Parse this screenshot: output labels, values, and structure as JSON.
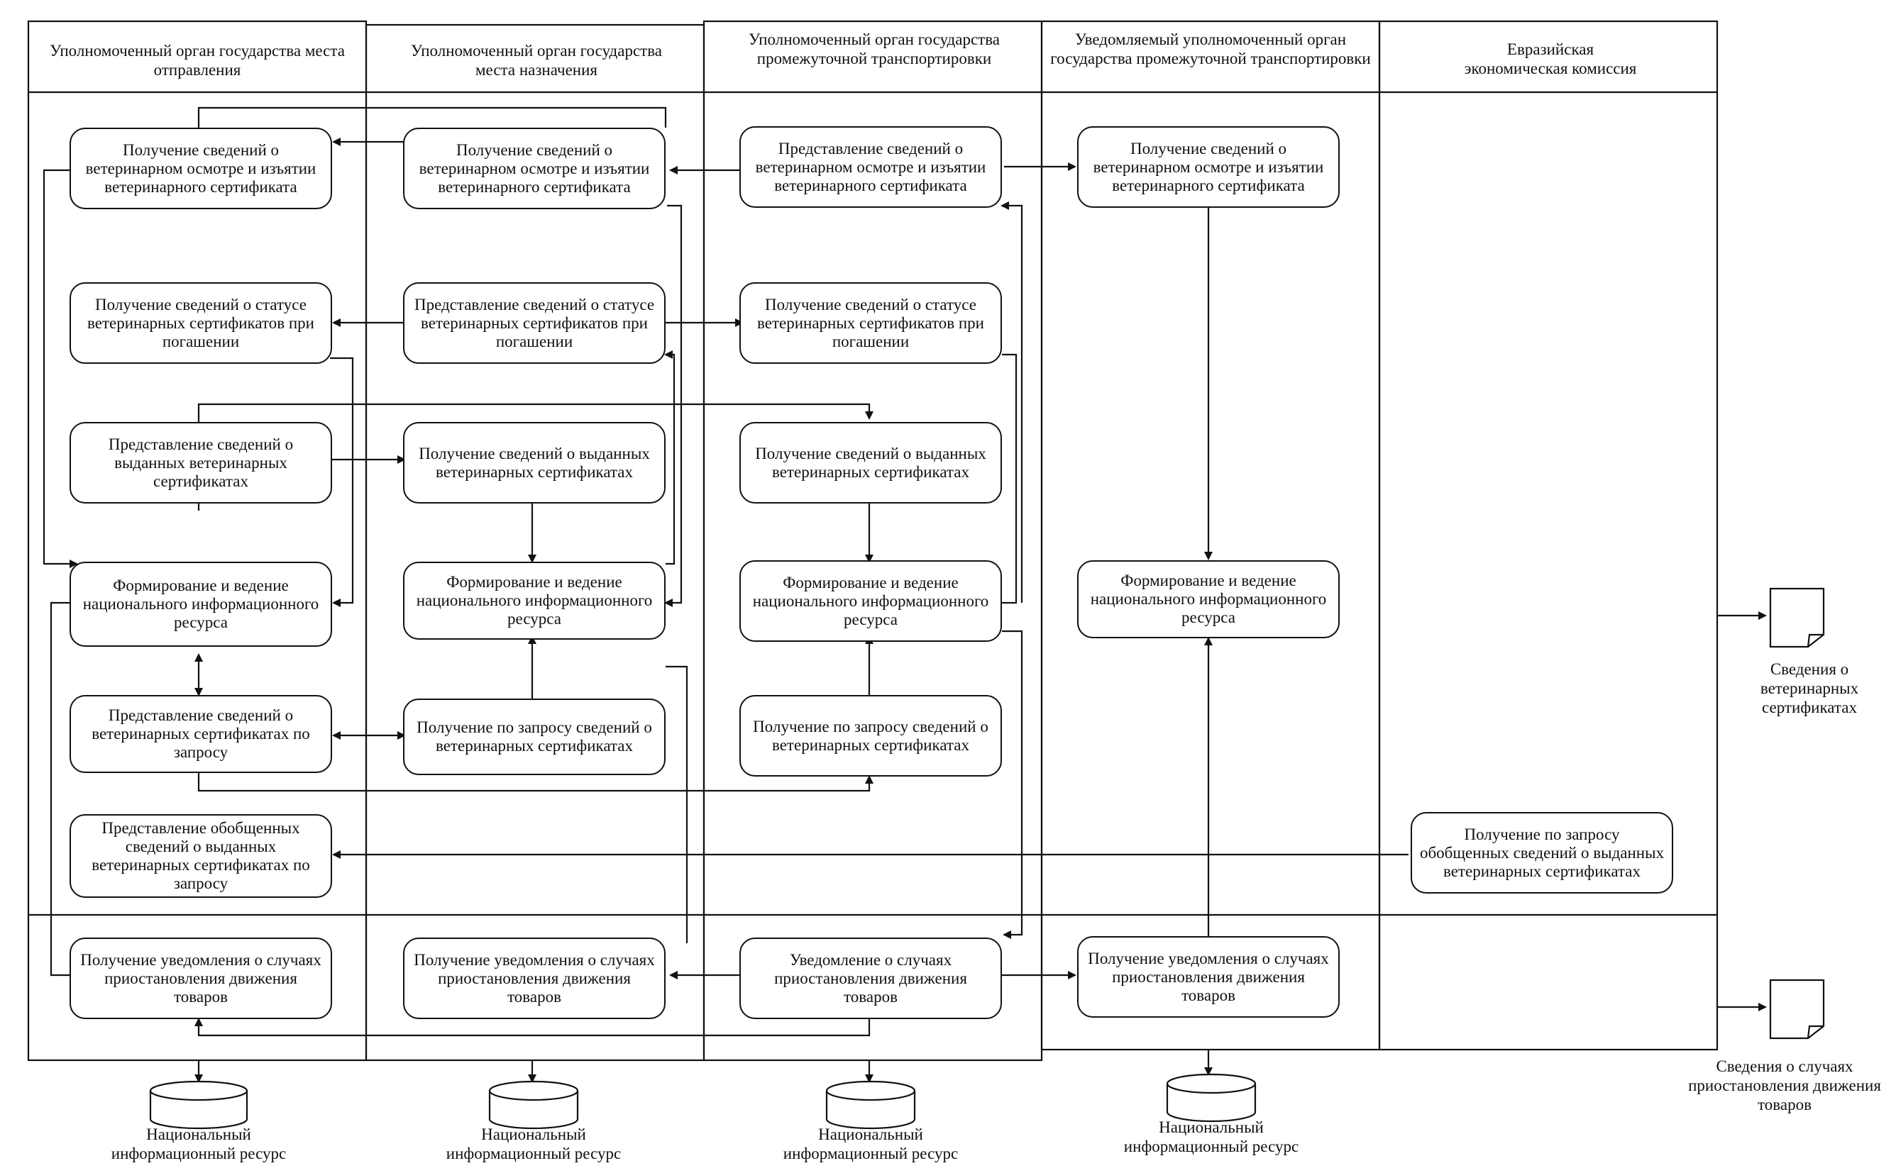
{
  "lanes": [
    {
      "title": "Уполномоченный орган государства места отправления"
    },
    {
      "title": "Уполномоченный орган государства места назначения"
    },
    {
      "title": "Уполномоченный орган государства промежуточной транспортировки"
    },
    {
      "title": "Уведомляемый уполномоченный орган государства промежуточной транспортировки"
    },
    {
      "title": "Евразийская экономическая комиссия"
    }
  ],
  "boxes": {
    "l1_get_inspection": "Получение сведений о ветеринарном осмотре и изъятии ветеринарного сертификата",
    "l1_get_status": "Получение сведений о статусе ветеринарных сертификатов при погашении",
    "l1_provide_issued": "Представление сведений о выданных ветеринарных сертификатах",
    "l1_form_resource": "Формирование и ведение национального информационного ресурса",
    "l1_provide_on_request": "Представление сведений о ветеринарных сертификатах по запросу",
    "l1_provide_summary": "Представление обобщенных сведений о выданных ветеринарных сертификатах по запросу",
    "l1_get_notice": "Получение уведомления о случаях приостановления движения товаров",
    "l2_get_inspection": "Получение сведений о ветеринарном осмотре и изъятии ветеринарного сертификата",
    "l2_provide_status": "Представление сведений о статусе ветеринарных сертификатов при погашении",
    "l2_get_issued": "Получение сведений о выданных ветеринарных сертификатах",
    "l2_form_resource": "Формирование и ведение национального информационного ресурса",
    "l2_request": "Получение по запросу сведений о ветеринарных сертификатах",
    "l2_get_notice": "Получение уведомления о случаях приостановления движения товаров",
    "l3_provide_inspection": "Представление сведений о ветеринарном осмотре и изъятии ветеринарного сертификата",
    "l3_get_status": "Получение сведений о статусе ветеринарных сертификатов при погашении",
    "l3_get_issued": "Получение сведений о выданных ветеринарных сертификатах",
    "l3_form_resource": "Формирование и ведение национального информационного ресурса",
    "l3_request": "Получение по запросу сведений о ветеринарных сертификатах",
    "l3_notice": "Уведомление о случаях приостановления движения товаров",
    "l4_get_inspection": "Получение сведений о ветеринарном осмотре и изъятии ветеринарного сертификата",
    "l4_form_resource": "Формирование и ведение национального информационного ресурса",
    "l4_get_notice": "Получение уведомления о случаях приостановления движения товаров",
    "l5_request_summary": "Получение по запросу обобщенных сведений о выданных ветеринарных сертификатах"
  },
  "databases": [
    {
      "label": "Национальный информационный ресурс"
    },
    {
      "label": "Национальный информационный ресурс"
    },
    {
      "label": "Национальный информационный ресурс"
    },
    {
      "label": "Национальный информационный ресурс"
    }
  ],
  "outputs": [
    {
      "label": "Сведения о ветеринарных сертификатах"
    },
    {
      "label": "Сведения о случаях приостановления движения товаров"
    }
  ]
}
